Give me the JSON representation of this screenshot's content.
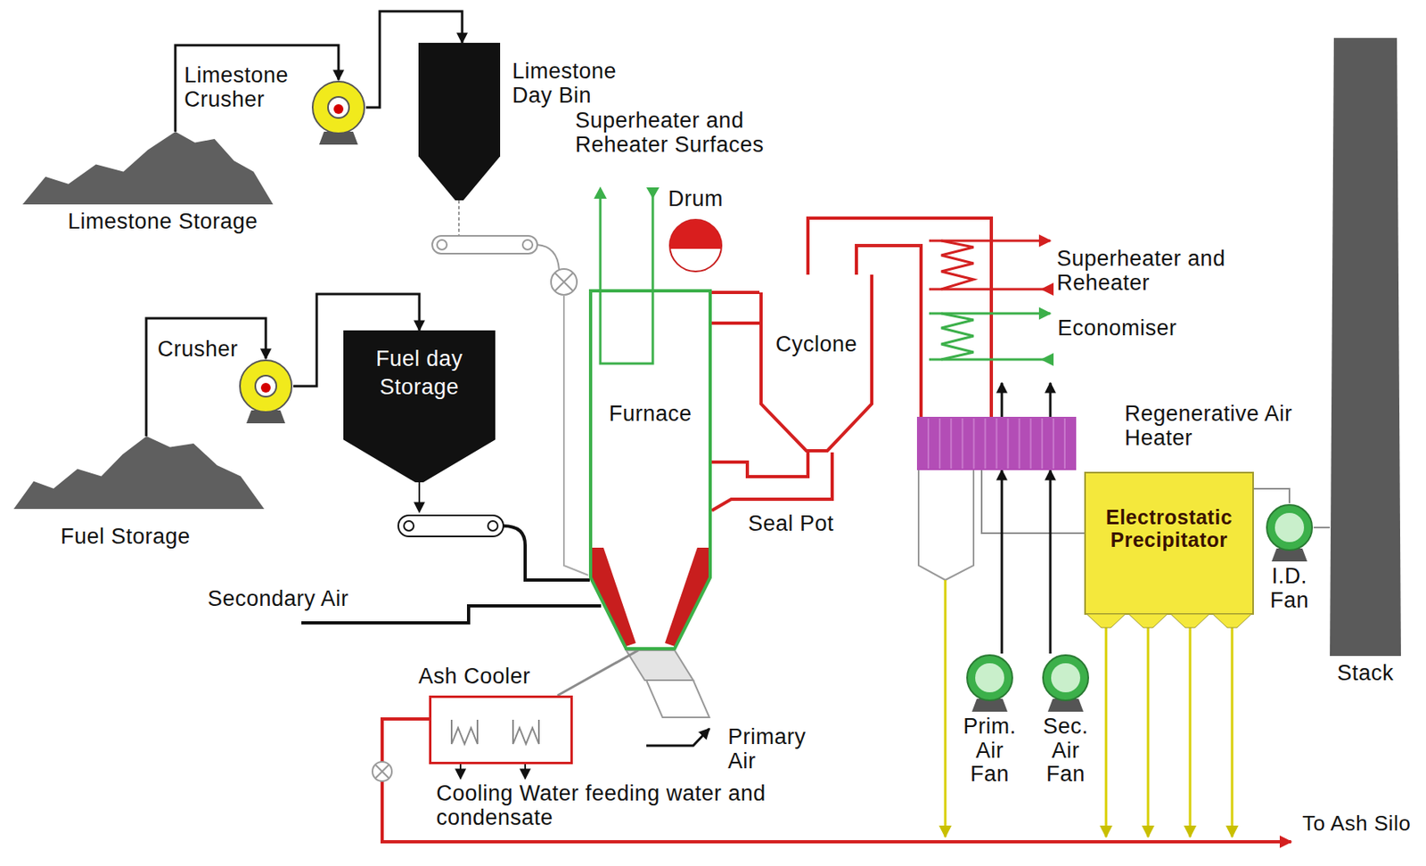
{
  "diagram": {
    "nodes": [
      {
        "text": [
          "Limestone Storage"
        ]
      },
      {
        "text": [
          "Limestone Crusher"
        ]
      },
      {
        "text": [
          "Limestone Day Bin"
        ]
      },
      {
        "text": [
          "Crusher"
        ]
      },
      {
        "text": [
          "Fuel Storage"
        ]
      },
      {
        "text": [
          "Fuel day Storage"
        ]
      },
      {
        "text": [
          "Furnace"
        ]
      },
      {
        "text": [
          "Drum"
        ]
      },
      {
        "text": [
          "Cyclone"
        ]
      },
      {
        "text": [
          "Regenerative Air Heater"
        ]
      },
      {
        "text": [
          "Electrostatic Precipitator"
        ]
      },
      {
        "text": [
          "I.D. Fan"
        ]
      },
      {
        "text": [
          "Stack"
        ]
      },
      {
        "text": [
          "Ash Cooler"
        ]
      },
      {
        "text": [
          "Prim. Air Fan"
        ]
      },
      {
        "text": [
          "Sec. Air Fan"
        ]
      }
    ],
    "edges": [
      {
        "from": 0,
        "to": 1,
        "arrow": "to"
      },
      {
        "from": 1,
        "to": 2,
        "arrow": "to"
      },
      {
        "from": 4,
        "to": 3,
        "arrow": "to"
      },
      {
        "from": 3,
        "to": 5,
        "arrow": "to"
      },
      {
        "from": 6,
        "to": 8,
        "arrow": "none"
      },
      {
        "from": 8,
        "to": 9,
        "arrow": "none"
      },
      {
        "from": 9,
        "to": 10,
        "arrow": "none"
      },
      {
        "from": 10,
        "to": 11,
        "arrow": "none"
      },
      {
        "from": 11,
        "to": 12,
        "arrow": "none"
      },
      {
        "from": 14,
        "to": 9,
        "arrow": "to"
      },
      {
        "from": 15,
        "to": 9,
        "arrow": "to"
      },
      {
        "from": 6,
        "to": 13,
        "arrow": "none"
      }
    ],
    "labels": [
      "Superheater and Reheater Surfaces",
      "Secondary Air",
      "Seal Pot",
      "Superheater and Reheater",
      "Economiser",
      "Primary Air",
      "Cooling Water feeding water and condensate",
      "To Ash Silo"
    ]
  }
}
